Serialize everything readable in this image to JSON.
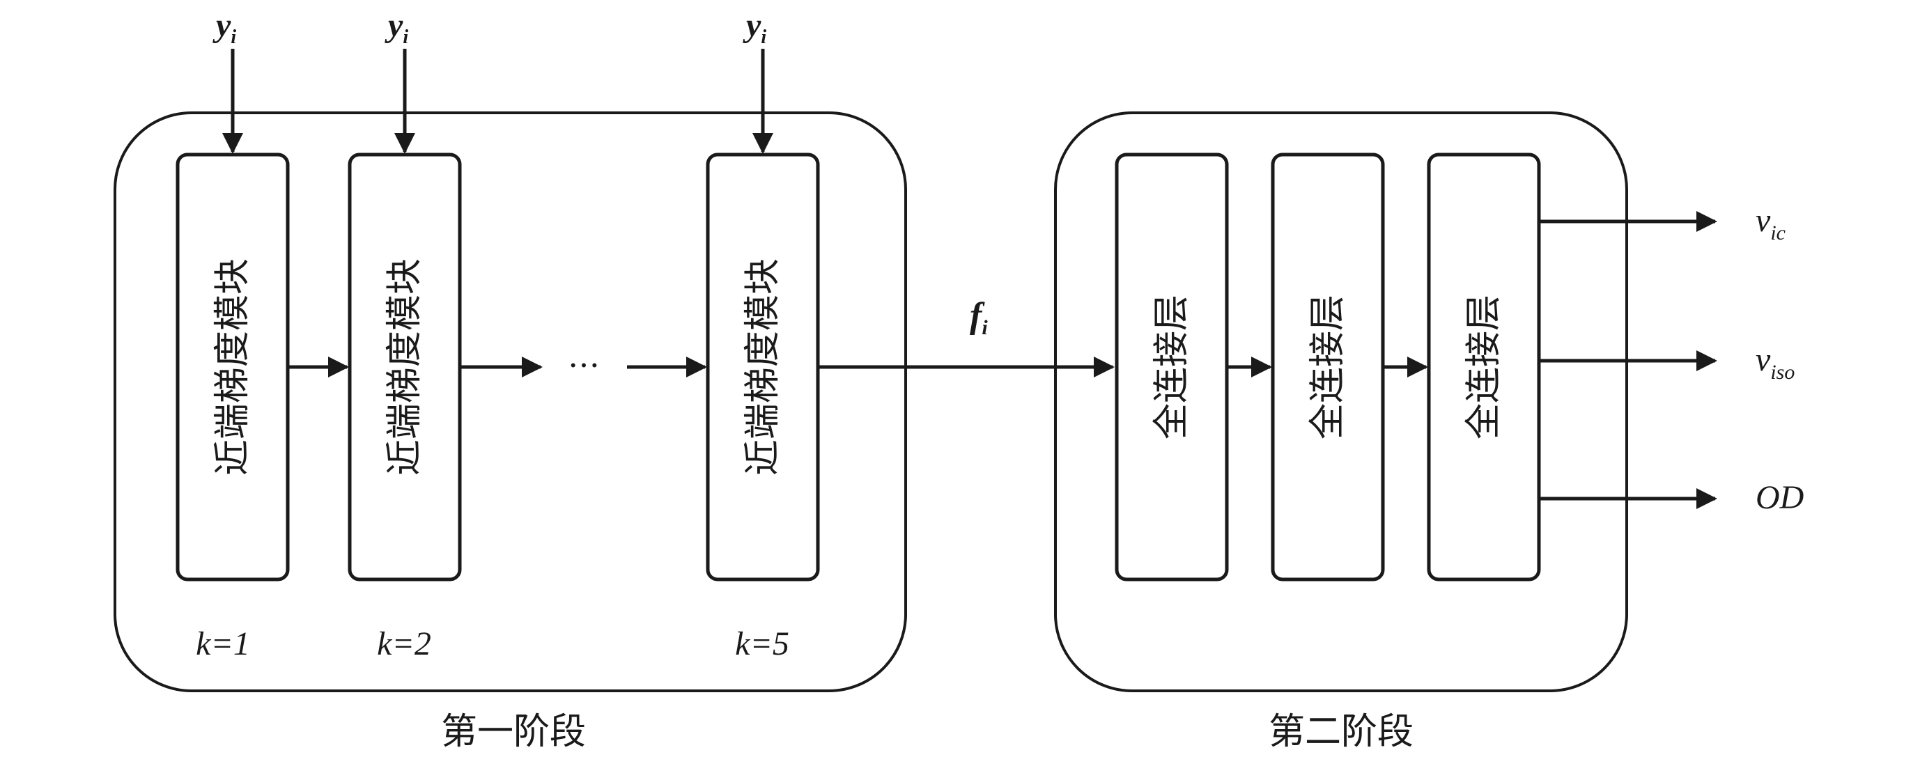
{
  "stages": [
    {
      "label": "第一阶段",
      "modules": [
        {
          "text": "近端梯度模块",
          "k_label": "k=1",
          "input": "y",
          "input_sub": "i"
        },
        {
          "text": "近端梯度模块",
          "k_label": "k=2",
          "input": "y",
          "input_sub": "i"
        },
        {
          "text": "近端梯度模块",
          "k_label": "k=5",
          "input": "y",
          "input_sub": "i"
        }
      ],
      "ellipsis": "…"
    },
    {
      "label": "第二阶段",
      "layers": [
        {
          "text": "全连接层"
        },
        {
          "text": "全连接层"
        },
        {
          "text": "全连接层"
        }
      ]
    }
  ],
  "intermediate": {
    "symbol": "f",
    "sub": "i"
  },
  "outputs": [
    {
      "symbol": "v",
      "sub": "ic"
    },
    {
      "symbol": "v",
      "sub": "iso"
    },
    {
      "symbol": "OD",
      "sub": ""
    }
  ],
  "colors": {
    "stroke": "#1a1a1a",
    "background": "#ffffff"
  }
}
